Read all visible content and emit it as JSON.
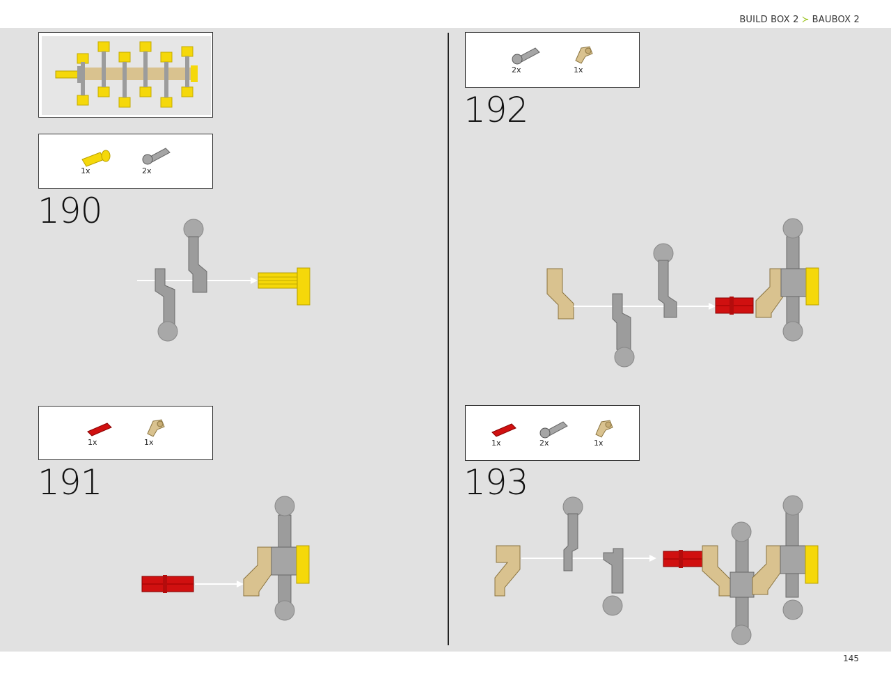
{
  "header": {
    "breadcrumb_left": "BUILD BOX 2",
    "breadcrumb_right": "BAUBOX 2"
  },
  "footer": {
    "page_number": "145"
  },
  "colors": {
    "yellow": "#f5d80a",
    "tan": "#d9c28f",
    "grey": "#9c9c9c",
    "red": "#d01010",
    "accent": "#9bc31e"
  },
  "steps": [
    {
      "number": "190",
      "parts": [
        {
          "icon": "yellow-axle-pin-icon",
          "qty": "1x"
        },
        {
          "icon": "grey-ball-link-icon",
          "qty": "2x"
        }
      ]
    },
    {
      "number": "191",
      "parts": [
        {
          "icon": "red-axle-icon",
          "qty": "1x"
        },
        {
          "icon": "tan-connector-icon",
          "qty": "1x"
        }
      ]
    },
    {
      "number": "192",
      "parts": [
        {
          "icon": "grey-ball-link-icon",
          "qty": "2x"
        },
        {
          "icon": "tan-connector-icon",
          "qty": "1x"
        }
      ]
    },
    {
      "number": "193",
      "parts": [
        {
          "icon": "red-axle-icon",
          "qty": "1x"
        },
        {
          "icon": "grey-ball-link-icon",
          "qty": "2x"
        },
        {
          "icon": "tan-connector-icon",
          "qty": "1x"
        }
      ]
    }
  ]
}
